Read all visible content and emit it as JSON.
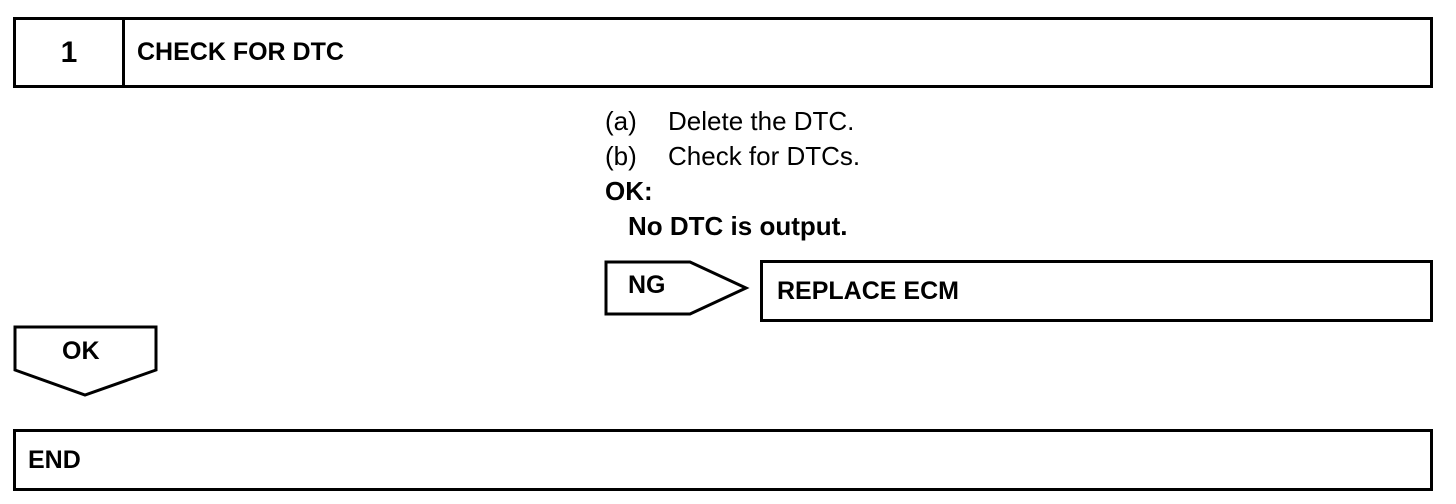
{
  "step": {
    "number": "1",
    "title": "CHECK FOR DTC"
  },
  "instructions": {
    "a_label": "(a)",
    "a_text": "Delete the DTC.",
    "b_label": "(b)",
    "b_text": "Check for DTCs.",
    "ok_heading": "OK:",
    "ok_detail": "No DTC is output."
  },
  "ng_branch": {
    "label": "NG",
    "result": "REPLACE ECM"
  },
  "ok_branch": {
    "label": "OK",
    "result": "END"
  }
}
